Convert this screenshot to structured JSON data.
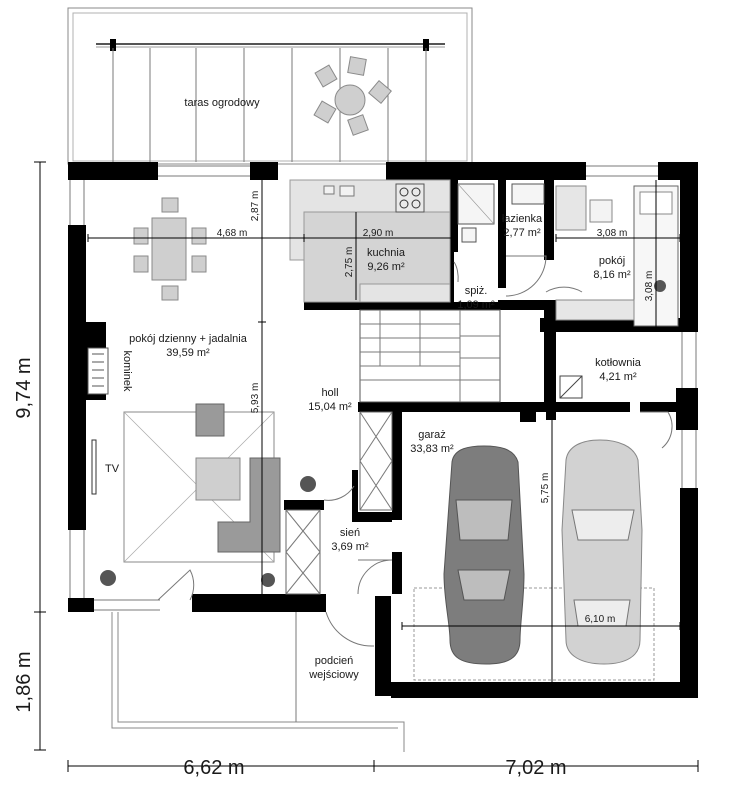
{
  "rooms": {
    "taras": "taras ogrodowy",
    "pokoj_dzienny_name": "pokój dzienny + jadalnia",
    "pokoj_dzienny_area": "39,59 m²",
    "kuchnia_name": "kuchnia",
    "kuchnia_area": "9,26 m²",
    "lazienka_name": "łazienka",
    "lazienka_area": "2,77 m²",
    "pokoj_name": "pokój",
    "pokoj_area": "8,16 m²",
    "spiz_name": "spiż.",
    "spiz_area": "1,09 m²",
    "kotlownia_name": "kotłownia",
    "kotlownia_area": "4,21 m²",
    "holl_name": "holl",
    "holl_area": "15,04 m²",
    "garaz_name": "garaż",
    "garaz_area": "33,83 m²",
    "sien_name": "sień",
    "sien_area": "3,69 m²",
    "podcien_line1": "podcień",
    "podcien_line2": "wejściowy",
    "kominek": "kominek",
    "tv": "TV"
  },
  "dimensions": {
    "d_468": "4,68 m",
    "d_287": "2,87 m",
    "d_290": "2,90 m",
    "d_275": "2,75 m",
    "d_308a": "3,08 m",
    "d_308b": "3,08 m",
    "d_593": "5,93 m",
    "d_575": "5,75 m",
    "d_610": "6,10 m",
    "d_974": "9,74 m",
    "d_186": "1,86 m",
    "d_662": "6,62 m",
    "d_702": "7,02 m"
  }
}
